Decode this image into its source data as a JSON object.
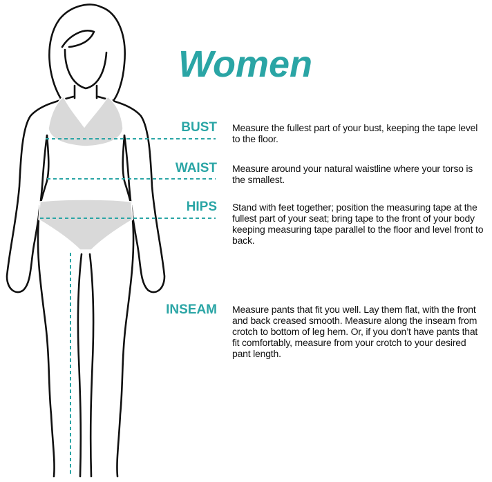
{
  "title": "Women",
  "colors": {
    "accent": "#2aa5a5",
    "garment": "#d9d9d9",
    "outline": "#111111"
  },
  "measurements": [
    {
      "label": "BUST",
      "description": "Measure the fullest part of your bust, keeping the tape level to the floor."
    },
    {
      "label": "WAIST",
      "description": "Measure around your natural waistline where your torso is the smallest."
    },
    {
      "label": "HIPS",
      "description": "Stand with feet together; position the measuring tape at the fullest part of your seat; bring tape to the front of your body keeping measuring tape parallel to the floor and level front to back."
    },
    {
      "label": "INSEAM",
      "description": "Measure pants that fit you well. Lay them flat, with the front and back creased smooth. Measure along the inseam from crotch to bottom of leg hem. Or, if you don’t have pants that fit comfortably, measure from your crotch to your desired pant length."
    }
  ]
}
